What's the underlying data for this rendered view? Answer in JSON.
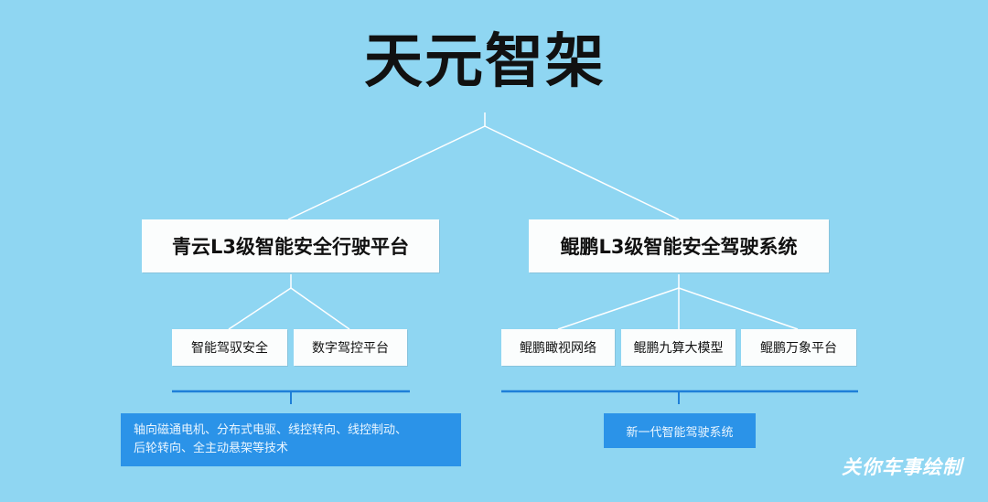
{
  "title": "天元智架",
  "platforms": [
    {
      "name": "青云L3级智能安全行驶平台",
      "components": [
        "智能驾驭安全",
        "数字驾控平台"
      ],
      "technologies": [
        "轴向磁通电机、分布式电驱、线控转向、线控制动、",
        "后轮转向、全主动悬架等技术"
      ]
    },
    {
      "name": "鲲鹏L3级智能安全驾驶系统",
      "components": [
        "鲲鹏瞰视网络",
        "鲲鹏九算大模型",
        "鲲鹏万象平台"
      ],
      "technologies": [
        "新一代智能驾驶系统"
      ]
    }
  ],
  "watermark": "关你车事绘制",
  "colors": {
    "background": "#8fd6f2",
    "box": "#fbfdfd",
    "highlight": "#2b93e8",
    "connector": "#ffffff",
    "bracket": "#1e7fd8"
  }
}
